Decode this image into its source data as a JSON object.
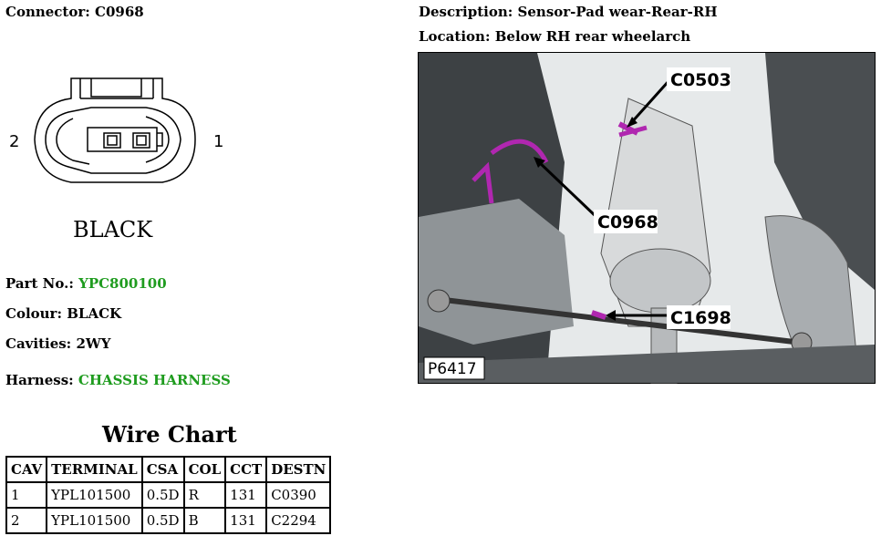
{
  "connector": {
    "label": "Connector:",
    "value": "C0968",
    "pin_left": "2",
    "pin_right": "1",
    "color_caption": "BLACK"
  },
  "description": {
    "label": "Description:",
    "value": "Sensor-Pad wear-Rear-RH"
  },
  "location": {
    "label": "Location:",
    "value": "Below RH rear wheelarch"
  },
  "photo": {
    "callouts": [
      "C0503",
      "C0968",
      "C1698"
    ],
    "ref": "P6417"
  },
  "part_no": {
    "label": "Part No.:",
    "value": "YPC800100"
  },
  "colour": {
    "label": "Colour:",
    "value": "BLACK"
  },
  "cavities": {
    "label": "Cavities:",
    "value": "2WY"
  },
  "harness": {
    "label": "Harness:",
    "value": "CHASSIS HARNESS"
  },
  "wire_chart": {
    "title": "Wire Chart",
    "headers": [
      "CAV",
      "TERMINAL",
      "CSA",
      "COL",
      "CCT",
      "DESTN"
    ],
    "rows": [
      [
        "1",
        "YPL101500",
        "0.5D",
        "R",
        "131",
        "C0390"
      ],
      [
        "2",
        "YPL101500",
        "0.5D",
        "B",
        "131",
        "C2294"
      ]
    ]
  }
}
